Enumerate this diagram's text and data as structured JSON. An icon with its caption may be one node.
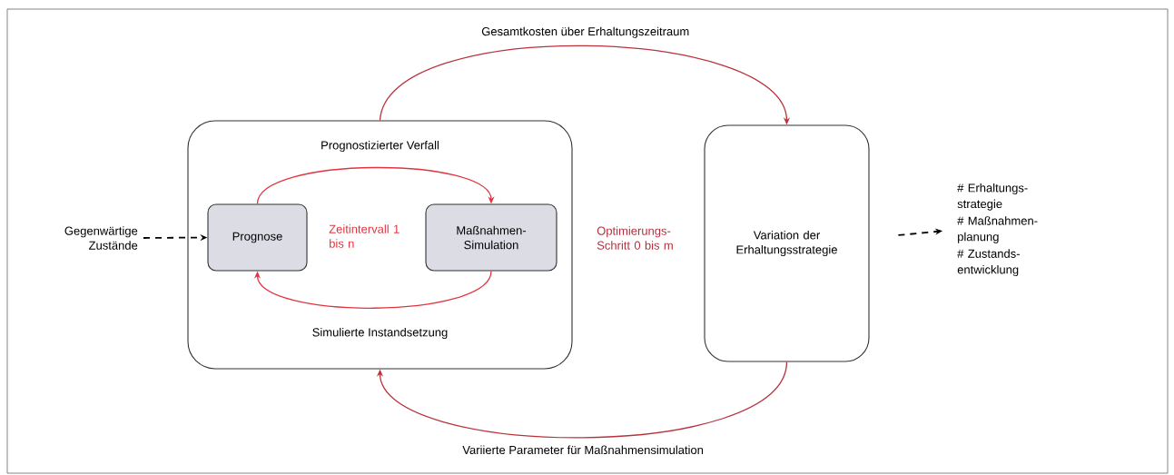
{
  "diagram": {
    "nodes": [
      {
        "text": [
          "Prognostizierter Verfall",
          "Simulierte Instandsetzung"
        ]
      },
      {
        "text": [
          "Prognose"
        ],
        "in": 0
      },
      {
        "text": [
          "Maßnahmen- Simulation"
        ],
        "in": 0
      },
      {
        "text": [
          "Variation der Erhaltungsstrategie"
        ]
      },
      {
        "text": [
          "Gegenwärtige Zustände"
        ]
      },
      {
        "text": [
          "# Erhaltungs- strategie",
          "# Maßnahmen- planung",
          "# Zustands- entwicklung"
        ]
      }
    ],
    "edges": [
      {
        "from": 1,
        "to": 2,
        "arrow": "to",
        "color": "#e0353f"
      },
      {
        "from": 2,
        "to": 1,
        "arrow": "to",
        "color": "#e0353f"
      },
      {
        "from": 4,
        "to": 1,
        "arrow": "to",
        "style": "dashed",
        "color": "#000000"
      },
      {
        "from": 3,
        "to": 5,
        "arrow": "to",
        "style": "dashed",
        "color": "#000000"
      },
      {
        "from": 0,
        "to": 3,
        "arrow": "to",
        "color": "#b8323c",
        "label": "Gesamtkosten über Erhaltungszeitraum"
      },
      {
        "from": 3,
        "to": 0,
        "arrow": "to",
        "color": "#b8323c",
        "label": "Variierte Parameter für Maßnahmensimulation"
      }
    ],
    "labels": [
      "Zeitintervall 1 bis n",
      "Optimierungs- Schritt 0 bis m"
    ]
  }
}
